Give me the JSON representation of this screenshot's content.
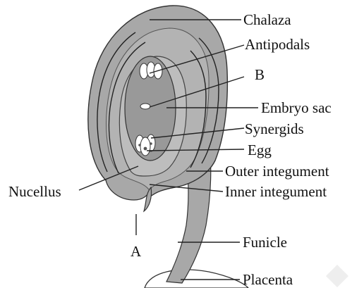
{
  "diagram": {
    "labels": {
      "chalaza": "Chalaza",
      "antipodals": "Antipodals",
      "b": "B",
      "embryo_sac": "Embryo sac",
      "synergids": "Synergids",
      "egg": "Egg",
      "outer_integument": "Outer integument",
      "nucellus": "Nucellus",
      "inner_integument": "Inner integument",
      "funicle": "Funicle",
      "a": "A",
      "placenta": "Placenta"
    },
    "colors": {
      "integument_fill": "#a8a8a8",
      "inner_fill": "#bdbdbd",
      "embryo_sac_fill": "#999999",
      "outline": "#333333",
      "cell_fill": "#ffffff"
    }
  }
}
